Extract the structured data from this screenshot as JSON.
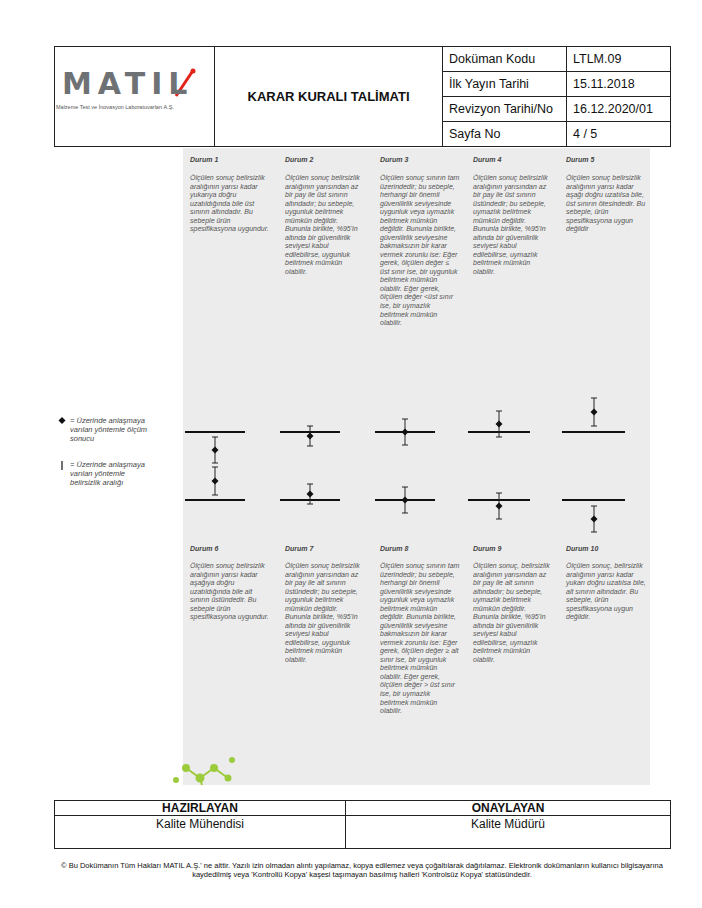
{
  "diagram": {
    "title": "KARAR KURALI TALİMATI",
    "labels": [
      "MATIL",
      "Malzeme Test ve İnovasyon Laboratuvarları A.Ş.",
      "Doküman Kodu",
      "LTLM.09",
      "İlk Yayın Tarihi",
      "15.11.2018",
      "Revizyon Tarihi/No",
      "16.12.2020/01",
      "Sayfa No",
      "4 / 5",
      "Durum 1",
      "Ölçülen sonuç belirsizlik aralığının yarısı kadar yukarıya doğru uzatıldığında bile üst sınırın altındadır. Bu sebeple ürün spesifikasyona uygundur.",
      "Durum 2",
      "Ölçülen sonuç belirsizlik aralığının yarısından az bir pay ile üst sınırın altındadır; bu sebeple, uygunluk belirtmek mümkün değildir. Bununla birlikte, %95'in altında bir güvenilirlik seviyesi kabul edilebilirse, uygunluk belirtmek mümkün olabilir.",
      "Durum 3",
      "Ölçülen sonuç sınırın tam üzerindedir; bu sebeple, herhangi bir önemli güvenilirlik seviyesinde uygunluk veya uymazlık belirtmek mümkün değildir. Bununla birlikte, güvenilirlik seviyesine bakmaksızın bir karar vermek zorunlu ise: Eğer gerek, ölçülen değer ≤ üst sınır ise, bir uygunluk belirtmek mümkün olabilir. Eğer gerek, ölçülen değer <üst sınır ise, bir uymazlık belirtmek mümkün olabilir.",
      "Durum 4",
      "Ölçülen sonuç belirsizlik aralığının yarısından az bir pay ile üst sınırın üstündedir; bu sebeple, uymazlık belirtmek mümkün değildir. Bununla birlikte, %95'in altında bir güvenilirlik seviyesi kabul edilebilirse, uymazlık belirtmek mümkün olabilir.",
      "Durum 5",
      "Ölçülen sonuç belirsizlik aralığının yarısı kadar aşağı doğru uzatılsa bile, üst sınırın ötesindedir. Bu sebeple, ürün spesifikasyona uygun değildir",
      "Durum 6",
      "Ölçülen sonuç belirsizlik aralığının yarısı kadar aşağıya doğru uzatıldığında bile alt sınırın üstündedir. Bu sebeple ürün spesifikasyona uygundur.",
      "Durum 7",
      "Ölçülen sonuç belirsizlik aralığının yarısından az bir pay ile alt sınırın üstündedir; bu sebeple, uygunluk belirtmek mümkün değildir. Bununla birlikte, %95'in altında bir güvenilirlik seviyesi kabul edilebilirse, uygunluk belirtmek mümkün olabilir.",
      "Durum 8",
      "Ölçülen sonuç sınırın tam üzerindedir; bu sebeple, herhangi bir önemli güvenilirlik seviyesinde uygunluk veya uymazlık belirtmek mümkün değildir. Bununla birlikte, güvenilirlik seviyesine bakmaksızın bir karar vermek zorunlu ise: Eğer gerek, ölçülen değer ≥ alt sınır ise, bir uygunluk belirtmek mümkün olabilir. Eğer gerek, ölçülen değer > üst sınır ise, bir uymazlık belirtmek mümkün olabilir.",
      "Durum 9",
      "Ölçülen sonuç, belirsizlik aralığının yarısından az bir pay ile alt sınırın altındadır; bu sebeple, uymazlık belirtmek mümkün değildir. Bununla birlikte, %95'in altında bir güvenilirlik seviyesi kabul edilebilirse, uymazlık belirtmek mümkün olabilir.",
      "Durum 10",
      "Ölçülen sonuç, belirsizlik aralığının yarısı kadar yukarı doğru uzatılsa bile, alt sınırın altındadır. Bu sebeple, ürün spesifikasyona uygun değildir.",
      "HAZIRLAYAN",
      "ONAYLAYAN",
      "Kalite Mühendisi",
      "Kalite Müdürü",
      "© Bu Dokümanın Tüm Hakları MATIL A.Ş.' ne aittir. Yazılı izin olmadan alıntı yapılamaz, kopya edilemez veya çoğaltılarak dağıtılamaz. Elektronik dokümanların kullanıcı bilgisayarına kaydedilmiş veya 'Kontrollü Kopya' kaşesi taşımayan basılmış halleri 'Kontrolsüz Kopya' statüsündedir."
    ],
    "legend": [
      {
        "text": "= Üzerinde anlaşmaya varılan yöntemle ölçüm sonucu"
      },
      {
        "text": "= Üzerinde anlaşmaya varılan yöntemle belirsizlik aralığı"
      }
    ]
  }
}
